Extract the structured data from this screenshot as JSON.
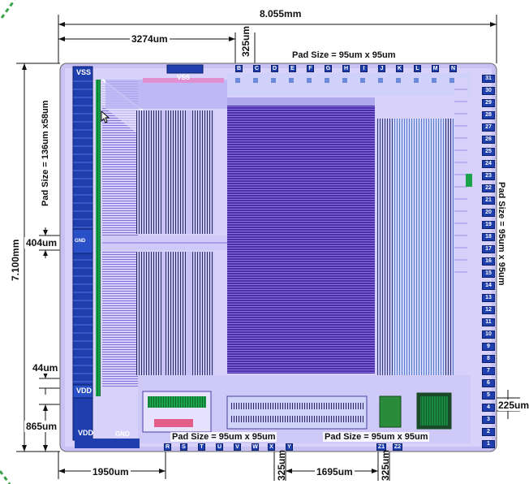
{
  "dimensions": {
    "width_total": "8.055mm",
    "height_total": "7.100mm",
    "left_offset": "3274um",
    "top_pad_pitch": "325um",
    "left_gap": "404um",
    "small_gap": "44um",
    "bottom_left_height": "865um",
    "bottom_left_width": "1950um",
    "bottom_pitch_a": "325um",
    "bottom_mid_span": "1695um",
    "bottom_pitch_b": "325um",
    "right_gap": "225um"
  },
  "pad_sizes": {
    "top": "Pad Size = 95um x 95um",
    "left": "Pad Size = 136um x58um",
    "right": "Pad Size = 95um x 95um",
    "bottom_a": "Pad Size = 95um x 95um",
    "bottom_b": "Pad Size = 95um x 95um"
  },
  "chip_labels": {
    "vss_left": "VSS",
    "vss_top": "VSS",
    "vdd_left": "VDD",
    "vdd_bottom": "VDD",
    "gnd_bottom": "GND",
    "gnd_left": "GND"
  },
  "top_pads": [
    "B",
    "C",
    "D",
    "E",
    "F",
    "G",
    "H",
    "I",
    "J",
    "K",
    "L",
    "M",
    "N"
  ],
  "bottom_pads": [
    "R",
    "S",
    "T",
    "U",
    "V",
    "W",
    "X",
    "Y"
  ],
  "bottom_pads_extra": [
    "Z1",
    "Z2"
  ],
  "right_pads": [
    "31",
    "30",
    "29",
    "28",
    "27",
    "26",
    "25",
    "24",
    "23",
    "22",
    "21",
    "20",
    "19",
    "18",
    "17",
    "16",
    "15",
    "14",
    "13",
    "12",
    "11",
    "10",
    "9",
    "8",
    "7",
    "6",
    "5",
    "4",
    "3",
    "2",
    "1"
  ],
  "colors": {
    "die_bg": "#c8c2f4",
    "pad_blue": "#1f3fae",
    "core_purple": "#5a3fb8",
    "green_strip": "#22c25a",
    "dashed_green": "#3aa34a"
  }
}
